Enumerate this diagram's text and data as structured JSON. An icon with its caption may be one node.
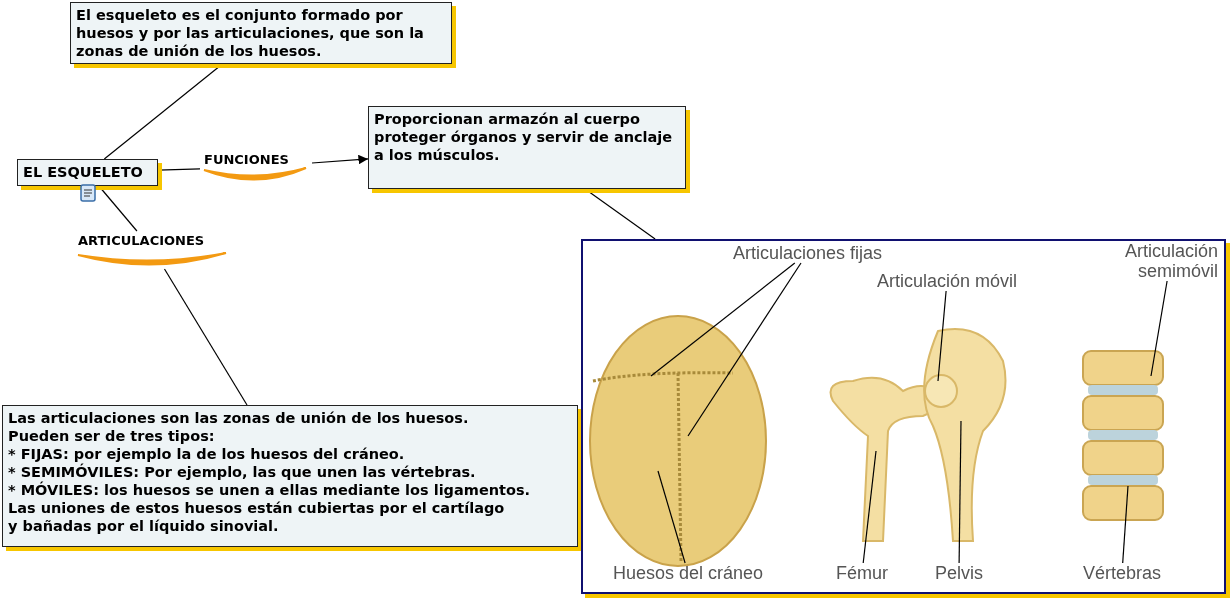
{
  "diagram": {
    "nodes": [
      {
        "text": [
          "El esqueleto es el conjunto formado por huesos y por las articulaciones, que son la zonas de unión de los huesos."
        ]
      },
      {
        "text": [
          "EL ESQUELETO"
        ]
      },
      {
        "text": [
          "FUNCIONES"
        ]
      },
      {
        "text": [
          "Proporcionan armazón al cuerpo proteger órganos y servir de anclaje a los músculos."
        ]
      },
      {
        "text": [
          "ARTICULACIONES"
        ]
      },
      {
        "text": [
          "Las articulaciones son las zonas de unión de los huesos.",
          "Pueden ser de tres tipos:",
          "* FIJAS: por ejemplo la de los huesos del cráneo.",
          "* SEMIMÓVILES: Por ejemplo, las que unen las vértebras.",
          "* MÓVILES: los huesos se unen a ellas mediante los ligamentos.",
          "Las uniones de estos huesos están cubiertas por el cartílago",
          "y bañadas por el líquido sinovial."
        ]
      },
      {
        "text": [],
        "shape": "picture"
      },
      {
        "text": [
          "Articulaciones fijas"
        ],
        "in": 6
      },
      {
        "text": [
          "Articulación móvil"
        ],
        "in": 6
      },
      {
        "text": [
          "Articulación semimóvil"
        ],
        "in": 6
      },
      {
        "text": [
          "Huesos del cráneo"
        ],
        "in": 6
      },
      {
        "text": [
          "Fémur"
        ],
        "in": 6
      },
      {
        "text": [
          "Pelvis"
        ],
        "in": 6
      },
      {
        "text": [
          "Vértebras"
        ],
        "in": 6
      }
    ],
    "edges": [
      {
        "from": 1,
        "to": 0,
        "arrow": "none"
      },
      {
        "from": 1,
        "to": 2,
        "arrow": "none"
      },
      {
        "from": 2,
        "to": 3,
        "arrow": "to"
      },
      {
        "from": 1,
        "to": 4,
        "arrow": "none"
      },
      {
        "from": 4,
        "to": 5,
        "arrow": "none"
      },
      {
        "from": 3,
        "to": 6,
        "arrow": "none"
      },
      {
        "from": 7,
        "to": null,
        "arrow": "none"
      },
      {
        "from": 7,
        "to": null,
        "arrow": "none"
      },
      {
        "from": 8,
        "to": null,
        "arrow": "none"
      },
      {
        "from": 9,
        "to": null,
        "arrow": "none"
      },
      {
        "from": 10,
        "to": null,
        "arrow": "none"
      },
      {
        "from": 11,
        "to": null,
        "arrow": "none"
      },
      {
        "from": 12,
        "to": null,
        "arrow": "none"
      },
      {
        "from": 13,
        "to": null,
        "arrow": "none"
      }
    ]
  }
}
